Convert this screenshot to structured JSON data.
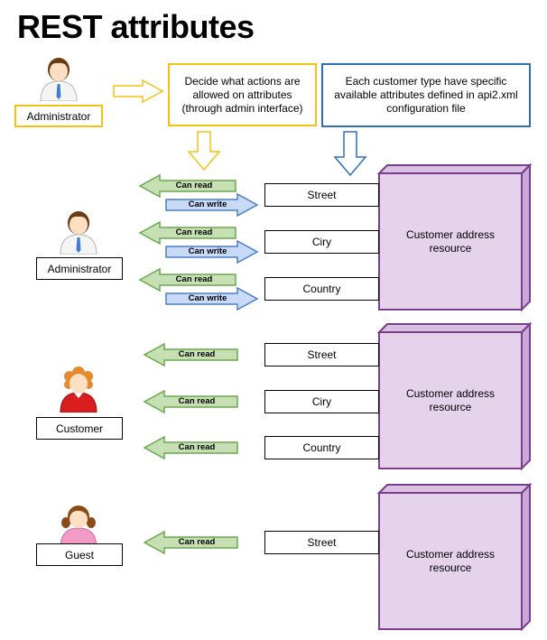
{
  "title": "REST attributes",
  "colors": {
    "gold": "#f2c313",
    "blue_border": "#2d6fb5",
    "read_fill": "#c6e0b4",
    "read_stroke": "#6aa84f",
    "write_fill": "#c9daf8",
    "write_stroke": "#4a7fc1",
    "resource_fill": "#e4d3ea",
    "resource_stroke": "#7b3d8d"
  },
  "header": {
    "admin_label": "Administrator",
    "decide_note": "Decide what actions are allowed on attributes (through admin interface)",
    "config_note": "Each customer type have specific available attributes defined in api2.xml configuration file"
  },
  "labels": {
    "can_read": "Can read",
    "can_write": "Can write"
  },
  "groups": [
    {
      "role": "Administrator",
      "person_icon": "administrator-icon",
      "fields": [
        "Street",
        "Ciry",
        "Country"
      ],
      "permissions": "read-write",
      "resource": "Customer address resource"
    },
    {
      "role": "Customer",
      "person_icon": "customer-icon",
      "fields": [
        "Street",
        "Ciry",
        "Country"
      ],
      "permissions": "read",
      "resource": "Customer address resource"
    },
    {
      "role": "Guest",
      "person_icon": "guest-icon",
      "fields": [
        "Street"
      ],
      "permissions": "read",
      "resource": "Customer address resource"
    }
  ]
}
